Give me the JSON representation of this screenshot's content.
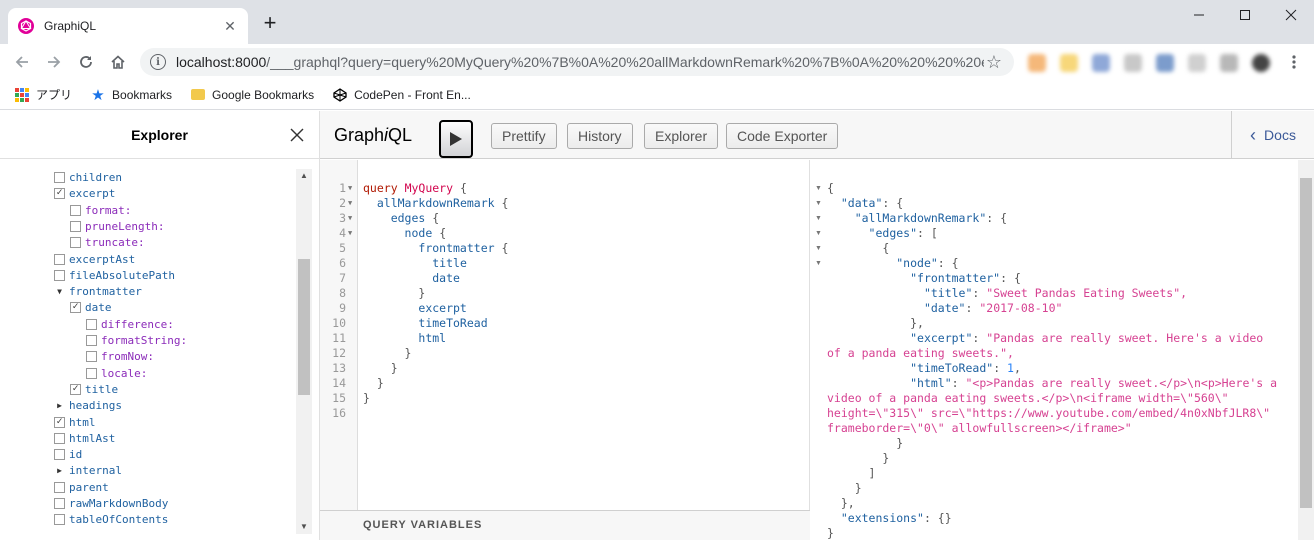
{
  "browser": {
    "tab_title": "GraphiQL",
    "url_host": "localhost:8000",
    "url_rest": "/___graphql?query=query%20MyQuery%20%7B%0A%20%20allMarkdownRemark%20%7B%0A%20%20%20%20e...",
    "bookmarks": [
      "アプリ",
      "Bookmarks",
      "Google Bookmarks",
      "CodePen - Front En..."
    ]
  },
  "explorer": {
    "title": "Explorer",
    "items": [
      {
        "label": "children",
        "type": "checkbox",
        "checked": false,
        "arg": false,
        "indent": 0
      },
      {
        "label": "excerpt",
        "type": "checkbox",
        "checked": true,
        "arg": false,
        "indent": 0
      },
      {
        "label": "format:",
        "type": "checkbox",
        "checked": false,
        "arg": true,
        "indent": 1
      },
      {
        "label": "pruneLength:",
        "type": "checkbox",
        "checked": false,
        "arg": true,
        "indent": 1
      },
      {
        "label": "truncate:",
        "type": "checkbox",
        "checked": false,
        "arg": true,
        "indent": 1
      },
      {
        "label": "excerptAst",
        "type": "checkbox",
        "checked": false,
        "arg": false,
        "indent": 0
      },
      {
        "label": "fileAbsolutePath",
        "type": "checkbox",
        "checked": false,
        "arg": false,
        "indent": 0
      },
      {
        "label": "frontmatter",
        "type": "expanded",
        "checked": false,
        "arg": false,
        "indent": 0
      },
      {
        "label": "date",
        "type": "checkbox",
        "checked": true,
        "arg": false,
        "indent": 1
      },
      {
        "label": "difference:",
        "type": "checkbox",
        "checked": false,
        "arg": true,
        "indent": 2
      },
      {
        "label": "formatString:",
        "type": "checkbox",
        "checked": false,
        "arg": true,
        "indent": 2
      },
      {
        "label": "fromNow:",
        "type": "checkbox",
        "checked": false,
        "arg": true,
        "indent": 2
      },
      {
        "label": "locale:",
        "type": "checkbox",
        "checked": false,
        "arg": true,
        "indent": 2
      },
      {
        "label": "title",
        "type": "checkbox",
        "checked": true,
        "arg": false,
        "indent": 1
      },
      {
        "label": "headings",
        "type": "collapsed",
        "checked": false,
        "arg": false,
        "indent": 0
      },
      {
        "label": "html",
        "type": "checkbox",
        "checked": true,
        "arg": false,
        "indent": 0
      },
      {
        "label": "htmlAst",
        "type": "checkbox",
        "checked": false,
        "arg": false,
        "indent": 0
      },
      {
        "label": "id",
        "type": "checkbox",
        "checked": false,
        "arg": false,
        "indent": 0
      },
      {
        "label": "internal",
        "type": "collapsed",
        "checked": false,
        "arg": false,
        "indent": 0
      },
      {
        "label": "parent",
        "type": "checkbox",
        "checked": false,
        "arg": false,
        "indent": 0
      },
      {
        "label": "rawMarkdownBody",
        "type": "checkbox",
        "checked": false,
        "arg": false,
        "indent": 0
      },
      {
        "label": "tableOfContents",
        "type": "checkbox",
        "checked": false,
        "arg": false,
        "indent": 0
      }
    ]
  },
  "toolbar": {
    "logo_pre": "Graph",
    "logo_italic": "i",
    "logo_post": "QL",
    "buttons": [
      "Prettify",
      "History",
      "Explorer",
      "Code Exporter"
    ],
    "docs_label": "Docs"
  },
  "query": {
    "lines": [
      "query MyQuery {",
      "  allMarkdownRemark {",
      "    edges {",
      "      node {",
      "        frontmatter {",
      "          title",
      "          date",
      "        }",
      "        excerpt",
      "        timeToRead",
      "        html",
      "      }",
      "    }",
      "  }",
      "}",
      ""
    ],
    "variables_label": "QUERY VARIABLES"
  },
  "result": {
    "lines": [
      "{",
      "  \"data\": {",
      "    \"allMarkdownRemark\": {",
      "      \"edges\": [",
      "        {",
      "          \"node\": {",
      "            \"frontmatter\": {",
      "              \"title\": \"Sweet Pandas Eating Sweets\",",
      "              \"date\": \"2017-08-10\"",
      "            },",
      "            \"excerpt\": \"Pandas are really sweet. Here's a video",
      "of a panda eating sweets.\",",
      "            \"timeToRead\": 1,",
      "            \"html\": \"<p>Pandas are really sweet.</p>\\n<p>Here's a",
      "video of a panda eating sweets.</p>\\n<iframe width=\\\"560\\\"",
      "height=\\\"315\\\" src=\\\"https://www.youtube.com/embed/4n0xNbfJLR8\\\"",
      "frameborder=\\\"0\\\" allowfullscreen></iframe>\"",
      "          }",
      "        }",
      "      ]",
      "    }",
      "  },",
      "  \"extensions\": {}",
      "}"
    ]
  }
}
